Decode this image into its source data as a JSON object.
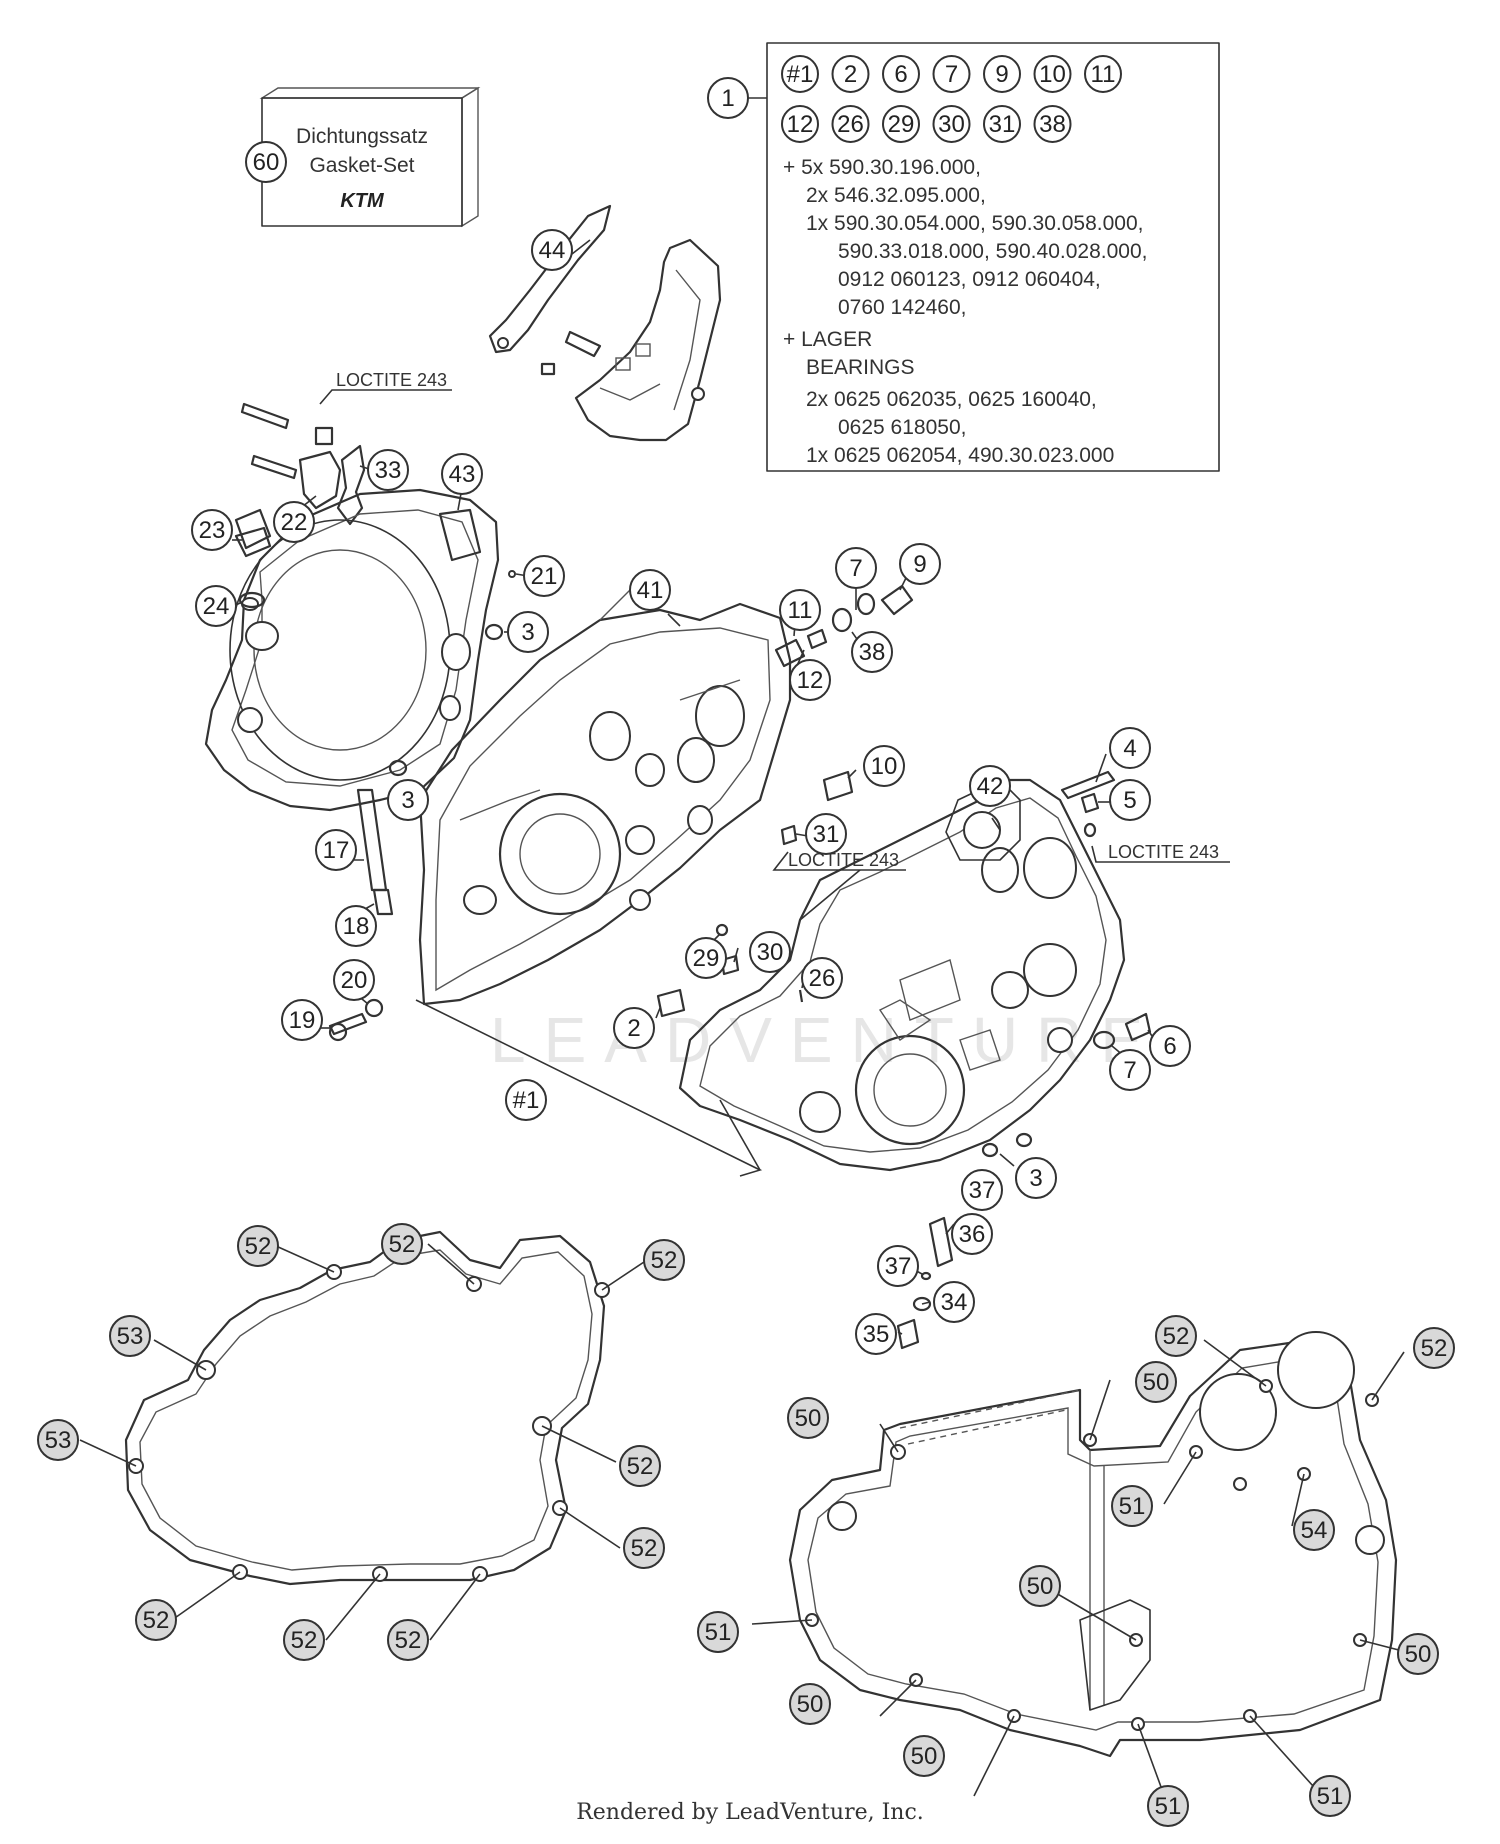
{
  "gasket_box": {
    "line1": "Dichtungssatz",
    "line2": "Gasket-Set",
    "brand": "KTM"
  },
  "kit_box": {
    "row1": [
      "#1",
      "2",
      "6",
      "7",
      "9",
      "10",
      "11"
    ],
    "row2": [
      "12",
      "26",
      "29",
      "30",
      "31",
      "38"
    ],
    "lines": [
      "+ 5x 590.30.196.000,",
      "2x 546.32.095.000,",
      "1x 590.30.054.000, 590.30.058.000,",
      "590.33.018.000, 590.40.028.000,",
      "0912 060123, 0912 060404,",
      "0760 142460,",
      "+ LAGER",
      "BEARINGS",
      "2x 0625 062035, 0625 160040,",
      "0625 618050,",
      "1x 0625 062054, 490.30.023.000"
    ]
  },
  "labels": {
    "loctite_1": "LOCTITE 243",
    "loctite_2": "LOCTITE 243",
    "loctite_3": "LOCTITE 243",
    "watermark": "LEADVENTURE"
  },
  "callouts": [
    "1",
    "60",
    "44",
    "33",
    "43",
    "22",
    "23",
    "24",
    "21",
    "3",
    "41",
    "11",
    "7",
    "9",
    "38",
    "12",
    "10",
    "42",
    "4",
    "5",
    "31",
    "3",
    "17",
    "18",
    "20",
    "19",
    "29",
    "30",
    "26",
    "2",
    "6",
    "7",
    "#1",
    "3",
    "37",
    "36",
    "37",
    "34",
    "35",
    "52",
    "52",
    "52",
    "53",
    "52",
    "53",
    "52",
    "52",
    "52",
    "52",
    "52",
    "52",
    "50",
    "50",
    "51",
    "50",
    "54",
    "51",
    "50",
    "50",
    "50",
    "51",
    "51"
  ],
  "footer": "Rendered by LeadVenture, Inc."
}
